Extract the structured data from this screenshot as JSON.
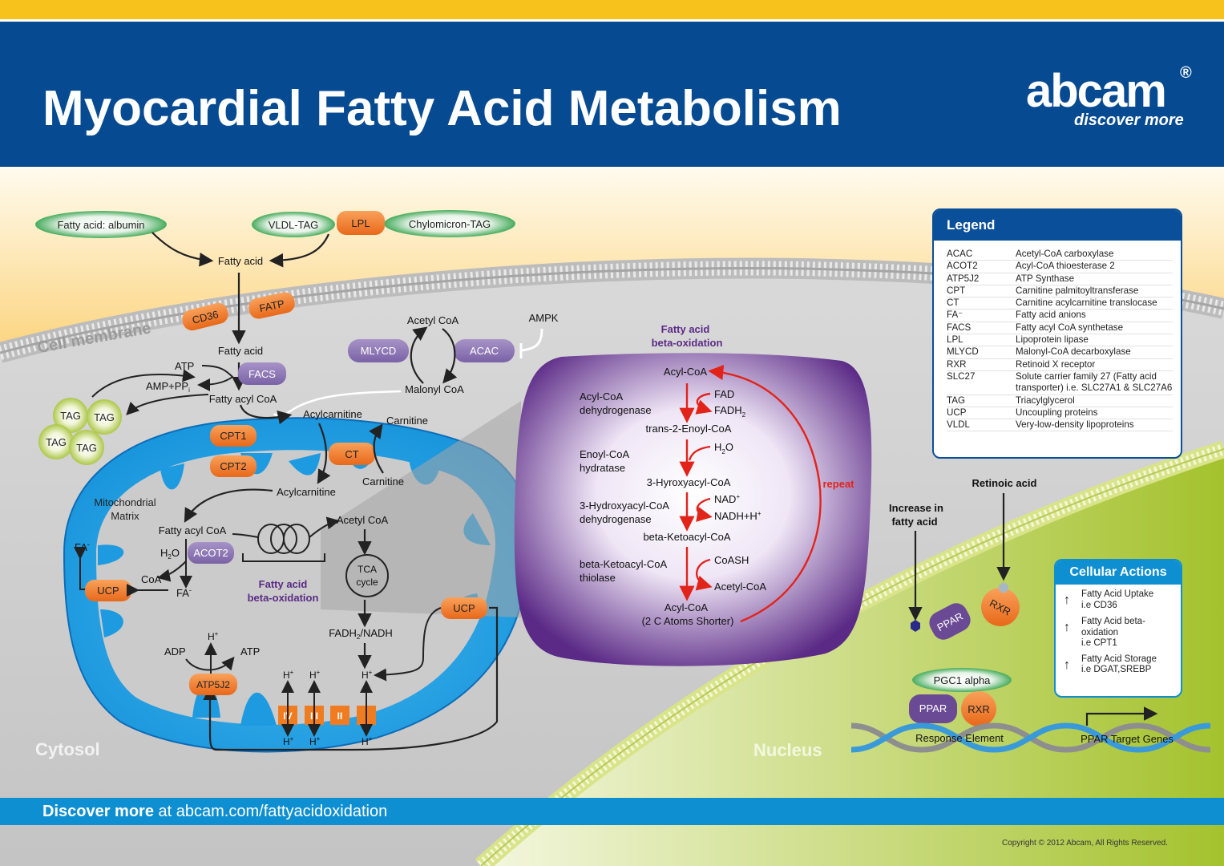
{
  "header": {
    "title": "Myocardial Fatty Acid Metabolism",
    "logo": "abcam",
    "logo_reg": "®",
    "tagline": "discover more"
  },
  "footer": {
    "discover_bold": "Discover more",
    "discover_rest": " at abcam.com/fattyacidoxidation",
    "copyright": "Copyright © 2012 Abcam, All Rights Reserved."
  },
  "regions": {
    "cell_membrane": "Cell membrane",
    "cytosol": "Cytosol",
    "nucleus": "Nucleus",
    "mito_matrix_1": "Mitochondrial",
    "mito_matrix_2": "Matrix"
  },
  "outside": {
    "fa_albumin": "Fatty acid: albumin",
    "vldl_tag": "VLDL-TAG",
    "lpl": "LPL",
    "chylomicron": "Chylomicron-TAG",
    "fatty_acid": "Fatty acid"
  },
  "cytosol": {
    "cd36": "CD36",
    "fatp": "FATP",
    "fatty_acid": "Fatty acid",
    "atp": "ATP",
    "amp_ppi": "AMP+PP",
    "amp_sub": "i",
    "facs": "FACS",
    "fatty_acyl_coa": "Fatty acyl CoA",
    "tag": "TAG",
    "acetyl_coa": "Acetyl CoA",
    "ampk": "AMPK",
    "mlycd": "MLYCD",
    "acac": "ACAC",
    "malonyl_coa": "Malonyl CoA",
    "acylcarnitine": "Acylcarnitine",
    "carnitine": "Carnitine"
  },
  "mito": {
    "cpt1": "CPT1",
    "cpt2": "CPT2",
    "ct": "CT",
    "carnitine": "Carnitine",
    "acylcarnitine": "Acylcarnitine",
    "fatty_acyl_coa": "Fatty acyl CoA",
    "fa_minus": "FA",
    "minus": "-",
    "h2o_h": "H",
    "h2o_2": "2",
    "h2o_o": "O",
    "acot2": "ACOT2",
    "coa": "CoA",
    "ucp": "UCP",
    "fa_beta_1": "Fatty acid",
    "fa_beta_2": "beta-oxidation",
    "acetyl_coa": "Acetyl CoA",
    "tca_1": "TCA",
    "tca_2": "cycle",
    "fadh2_nadh": "FADH",
    "fadh2_sub": "2",
    "nadh": "/NADH",
    "ucp2": "UCP",
    "adp": "ADP",
    "atp": "ATP",
    "h": "H",
    "plus": "+",
    "atp5j2": "ATP5J2",
    "complex_iv": "IV",
    "complex_iii": "III",
    "complex_ii": "II",
    "complex_i": "I"
  },
  "beta_ox": {
    "title_1": "Fatty acid",
    "title_2": "beta-oxidation",
    "acyl_coa": "Acyl-CoA",
    "dehydrogenase_1": "Acyl-CoA",
    "dehydrogenase_2": "dehydrogenase",
    "fad": "FAD",
    "fadh": "FADH",
    "fadh_sub": "2",
    "trans_enoyl": "trans-2-Enoyl-CoA",
    "hydratase_1": "Enoyl-CoA",
    "hydratase_2": "hydratase",
    "h2o_h": "H",
    "h2o_sub": "2",
    "h2o_o": "O",
    "hydroxyacyl": "3-Hyroxyacyl-CoA",
    "hadh_1": "3-Hydroxyacyl-CoA",
    "hadh_2": "dehydrogenase",
    "nad": "NAD",
    "nad_sup": "+",
    "nadh": "NADH+H",
    "nadh_sup": "+",
    "ketoacyl": "beta-Ketoacyl-CoA",
    "thiolase_1": "beta-Ketoacyl-CoA",
    "thiolase_2": "thiolase",
    "coash": "CoASH",
    "acetyl_coa": "Acetyl-CoA",
    "acyl_coa_short_1": "Acyl-CoA",
    "acyl_coa_short_2": "(2 C Atoms Shorter)",
    "repeat": "repeat"
  },
  "nucleus": {
    "increase_1": "Increase in",
    "increase_2": "fatty acid",
    "retinoic": "Retinoic acid",
    "ppar": "PPAR",
    "rxr": "RXR",
    "pgc1": "PGC1 alpha",
    "ppar2": "PPAR",
    "rxr2": "RXR",
    "response": "Response Element",
    "target": "PPAR Target Genes"
  },
  "legend": {
    "title": "Legend",
    "rows": [
      {
        "abbr": "ACAC",
        "def": "Acetyl-CoA carboxylase"
      },
      {
        "abbr": "ACOT2",
        "def": "Acyl-CoA thioesterase 2"
      },
      {
        "abbr": "ATP5J2",
        "def": "ATP Synthase"
      },
      {
        "abbr": "CPT",
        "def": "Carnitine palmitoyltransferase"
      },
      {
        "abbr": "CT",
        "def": "Carnitine acylcarnitine translocase"
      },
      {
        "abbr": "FA⁻",
        "def": "Fatty acid anions"
      },
      {
        "abbr": "FACS",
        "def": "Fatty acyl CoA synthetase"
      },
      {
        "abbr": "LPL",
        "def": "Lipoprotein lipase"
      },
      {
        "abbr": "MLYCD",
        "def": "Malonyl-CoA decarboxylase"
      },
      {
        "abbr": "RXR",
        "def": "Retinoid X receptor"
      },
      {
        "abbr": "SLC27",
        "def": "Solute carrier family 27 (Fatty acid transporter) i.e. SLC27A1 & SLC27A6"
      },
      {
        "abbr": "TAG",
        "def": "Triacylglycerol"
      },
      {
        "abbr": "UCP",
        "def": "Uncoupling proteins"
      },
      {
        "abbr": "VLDL",
        "def": "Very-low-density lipoproteins"
      }
    ]
  },
  "actions": {
    "title": "Cellular Actions",
    "items": [
      {
        "arrow": "↑",
        "line1": "Fatty Acid Uptake",
        "line2": "i.e CD36"
      },
      {
        "arrow": "↑",
        "line1": "Fatty Acid beta-oxidation",
        "line2": "i.e CPT1"
      },
      {
        "arrow": "↑",
        "line1": "Fatty Acid Storage",
        "line2": "i.e DGAT,SREBP"
      }
    ]
  },
  "colors": {
    "header_blue": "#064a92",
    "top_yellow": "#f7c21c",
    "mito_blue": "#29a3e3",
    "enzyme_orange": "#f07c22",
    "enzyme_purple": "#8a74b0",
    "beta_purple": "#5b2a86",
    "pathway_red": "#e2231a",
    "green_oval": "#1f9a3a",
    "tag_green": "#a8c43b",
    "nucleus_green": "#a9c63a"
  }
}
